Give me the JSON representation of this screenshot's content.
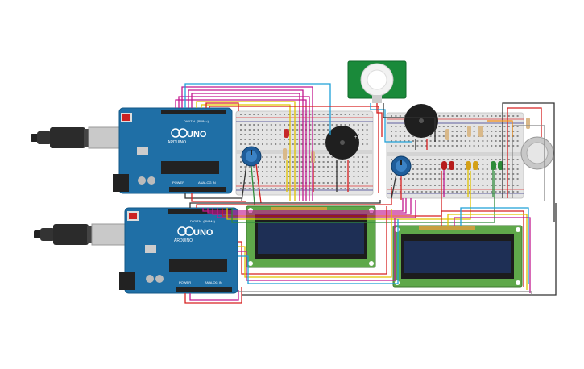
{
  "canvas": {
    "background": "#ffffff"
  },
  "boards": [
    {
      "logo_text": "UNO",
      "brand": "ARDUINO",
      "digital_label": "DIGITAL (PWM~)",
      "power_label": "POWER",
      "analog_label": "ANALOG IN"
    },
    {
      "logo_text": "UNO",
      "brand": "ARDUINO",
      "digital_label": "DIGITAL (PWM~)",
      "power_label": "POWER",
      "analog_label": "ANALOG IN"
    }
  ],
  "colors": {
    "arduino_blue": "#1f6fa6",
    "breadboard": "#e3e3e3",
    "lcd_pcb": "#5fa84a",
    "lcd_screen": "#1e2f55",
    "pir_pcb": "#1a8a3a",
    "wire_red": "#d62020",
    "wire_black": "#333333",
    "wire_magenta": "#c2188f",
    "wire_yellow": "#e0c400",
    "wire_cyan": "#1ea0d8",
    "wire_orange": "#f08a10",
    "wire_gray": "#888888"
  },
  "icons": [
    "usb-cable-icon",
    "buzzer-icon",
    "potentiometer-icon",
    "pir-sensor-icon",
    "led-icon",
    "resistor-icon",
    "gas-sensor-icon"
  ]
}
